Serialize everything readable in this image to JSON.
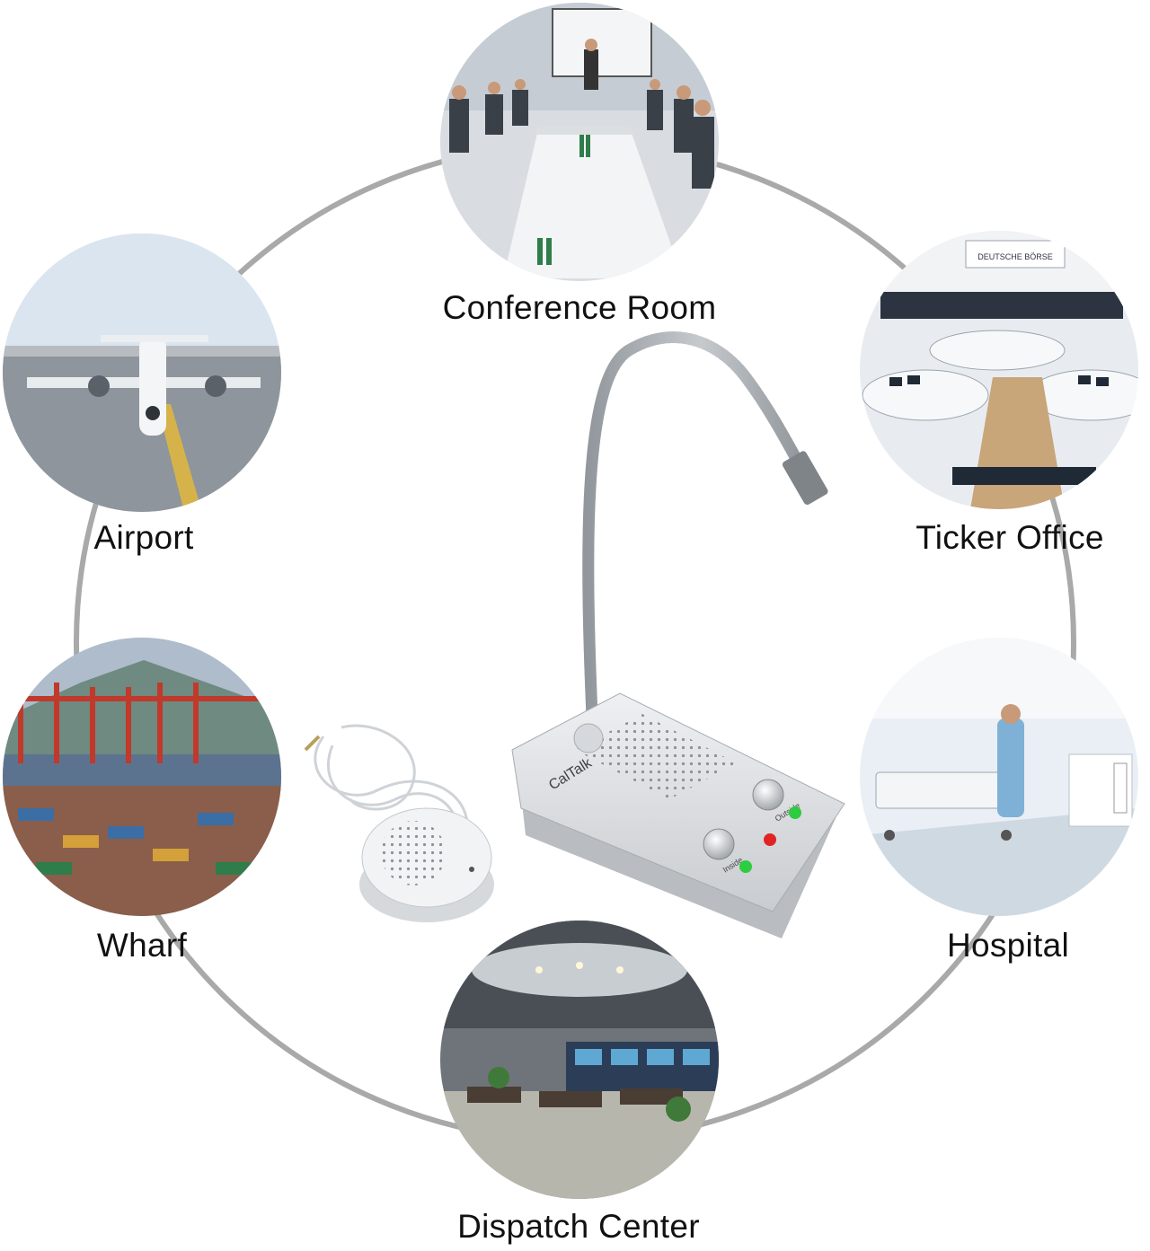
{
  "brand": {
    "logo_text": "CalTalk"
  },
  "applications": [
    {
      "id": "conference-room",
      "label": "Conference Room",
      "scene": "conference"
    },
    {
      "id": "airport",
      "label": "Airport",
      "scene": "airport"
    },
    {
      "id": "ticker-office",
      "label": "Ticker Office",
      "scene": "ticker"
    },
    {
      "id": "wharf",
      "label": "Wharf",
      "scene": "wharf"
    },
    {
      "id": "hospital",
      "label": "Hospital",
      "scene": "hospital"
    },
    {
      "id": "dispatch-center",
      "label": "Dispatch Center",
      "scene": "dispatch"
    }
  ],
  "device": {
    "knob_labels": [
      "Outside",
      "Inside"
    ],
    "sign_text": "DEUTSCHE BÖRSE"
  },
  "colors": {
    "ring": "#a9a9a9",
    "silver": "#d9dcdf",
    "led_green": "#2ecc40",
    "led_red": "#e02424",
    "text": "#111111"
  }
}
